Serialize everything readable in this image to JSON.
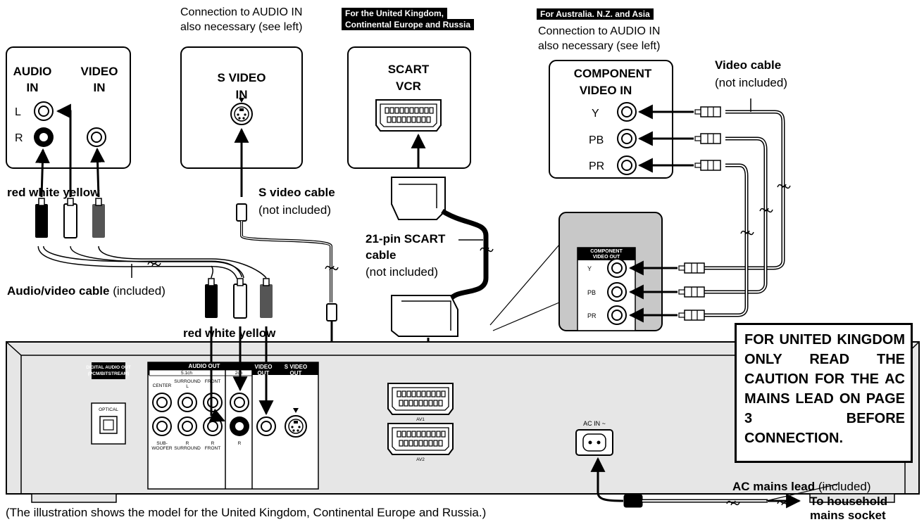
{
  "top_notes": {
    "svideo_note": "Connection to AUDIO IN\nalso necessary (see left)",
    "uk_banner_line1": "For the United Kingdom,",
    "uk_banner_line2": "Continental Europe and Russia",
    "aus_banner": "For Australia. N.Z. and Asia",
    "component_note": "Connection to AUDIO IN\nalso necessary (see left)"
  },
  "tv_audio_panel": {
    "audio_label_1": "AUDIO",
    "audio_label_2": "IN",
    "video_label_1": "VIDEO",
    "video_label_2": "IN",
    "left": "L",
    "right": "R"
  },
  "tv_svideo_panel": {
    "line1": "S VIDEO",
    "line2": "IN"
  },
  "tv_scart_panel": {
    "line1": "SCART",
    "line2": "VCR"
  },
  "tv_component_panel": {
    "line1": "COMPONENT",
    "line2": "VIDEO IN",
    "y": "Y",
    "pb": "PB",
    "pr": "PR"
  },
  "cables": {
    "rwy_top": "red white yellow",
    "rwy_bottom": "red white yellow",
    "av_cable_bold": "Audio/video cable",
    "av_cable_note": "(included)",
    "svideo_cable_bold": "S video cable",
    "svideo_cable_note": "(not included)",
    "scart_cable_bold_1": "21-pin SCART",
    "scart_cable_bold_2": "cable",
    "scart_cable_note": "(not included)",
    "video_cable_bold": "Video cable",
    "video_cable_note": "(not included)",
    "ac_lead_bold": "AC mains lead",
    "ac_lead_note": "(included)",
    "household_1": "To household",
    "household_2": "mains socket"
  },
  "player_panel": {
    "component_out_1": "COMPONENT",
    "component_out_2": "VIDEO OUT",
    "y": "Y",
    "pb": "PB",
    "pr": "PR"
  },
  "rear_panel": {
    "digital_out_1": "DIGITAL AUDIO OUT",
    "digital_out_2": "(PCM/BITSTREAM)",
    "optical": "OPTICAL",
    "audio_out": "AUDIO OUT",
    "ch51": "5.1ch",
    "ch2": "2ch",
    "center": "CENTER",
    "surround_l_1": "SURROUND",
    "surround_l_2": "L",
    "front": "FRONT",
    "subwoofer_1": "SUB-",
    "subwoofer_2": "WOOFER",
    "surround_r_1": "R",
    "surround_r_2": "SURROUND",
    "front_r_1": "R",
    "front_r_2": "FRONT",
    "r": "R",
    "video_out_1": "VIDEO",
    "video_out_2": "OUT",
    "svideo_out_1": "S VIDEO",
    "svideo_out_2": "OUT",
    "av1": "AV1",
    "av2": "AV2",
    "ac_in": "AC IN ~"
  },
  "uk_caution": "FOR UNITED KINGDOM ONLY READ THE CAUTION FOR THE AC MAINS LEAD ON PAGE 3 BEFORE CONNECTION.",
  "footer_note": "(The illustration shows the model for the United Kingdom, Continental Europe and Russia.)"
}
